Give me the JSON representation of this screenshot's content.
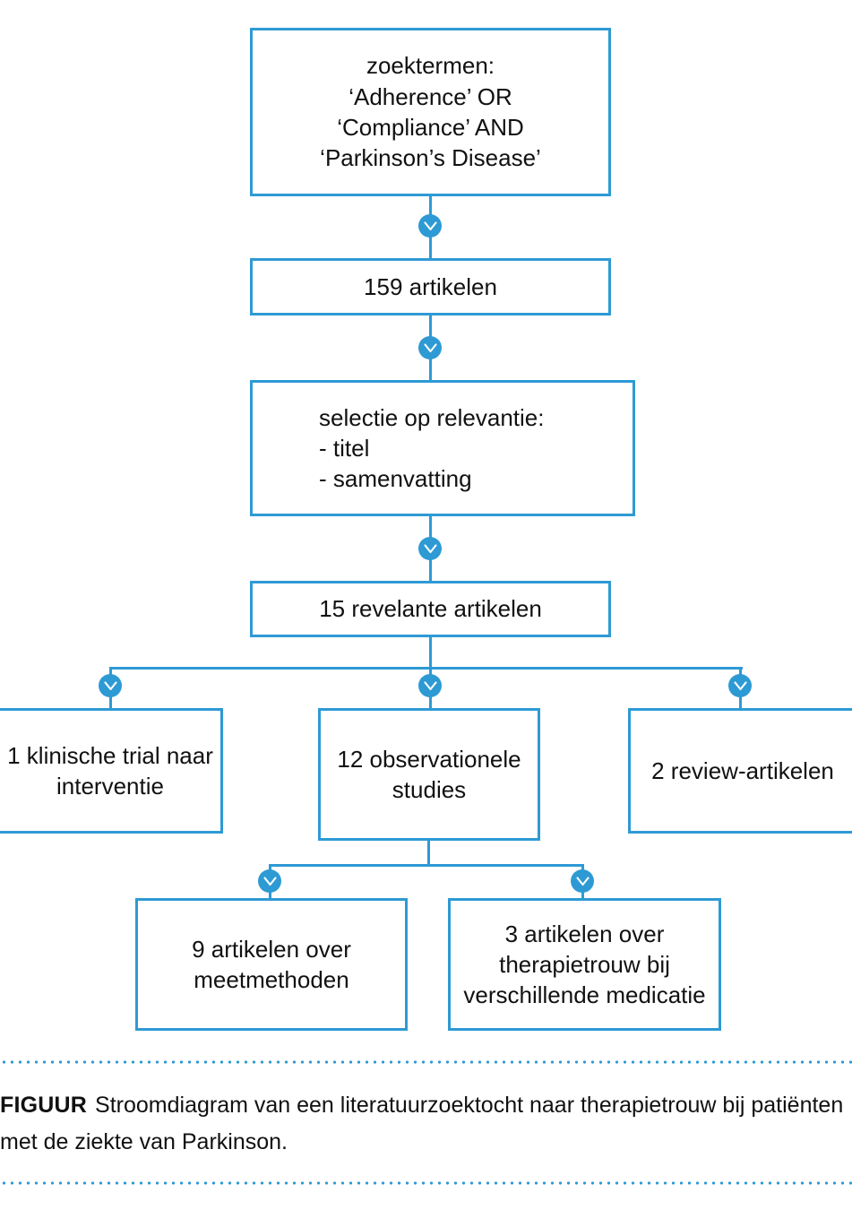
{
  "theme": {
    "accent": "#2e9ad4",
    "box_border": "#2e9ad4",
    "text": "#111111",
    "background": "#ffffff"
  },
  "diagram": {
    "type": "flowchart",
    "language": "nl",
    "connector_icon": "chevron-down-icon",
    "nodes": [
      {
        "id": "search-terms",
        "label": "zoektermen:\n‘Adherence’ OR\n‘Compliance’ AND\n‘Parkinson’s Disease’",
        "align": "center"
      },
      {
        "id": "articles-found",
        "label": "159 artikelen",
        "align": "center"
      },
      {
        "id": "relevance-selection",
        "label": "selectie op relevantie:\n- titel\n- samenvatting",
        "align": "left"
      },
      {
        "id": "relevant-articles",
        "label": "15 revelante artikelen",
        "align": "center"
      },
      {
        "id": "clinical-trial",
        "label": "1 klinische trial naar\ninterventie",
        "align": "center"
      },
      {
        "id": "observational-studies",
        "label": "12 observationele\nstudies",
        "align": "center"
      },
      {
        "id": "review-articles",
        "label": "2 review-artikelen",
        "align": "center"
      },
      {
        "id": "measurement-methods",
        "label": "9 artikelen over\nmeetmethoden",
        "align": "center"
      },
      {
        "id": "adherence-medication",
        "label": "3 artikelen over\ntherapietrouw bij\nverschillende medicatie",
        "align": "center"
      }
    ]
  },
  "caption": {
    "label": "FIGUUR",
    "text": "Stroomdiagram van een literatuurzoektocht naar therapietrouw bij patiënten met de ziekte van Parkinson."
  }
}
